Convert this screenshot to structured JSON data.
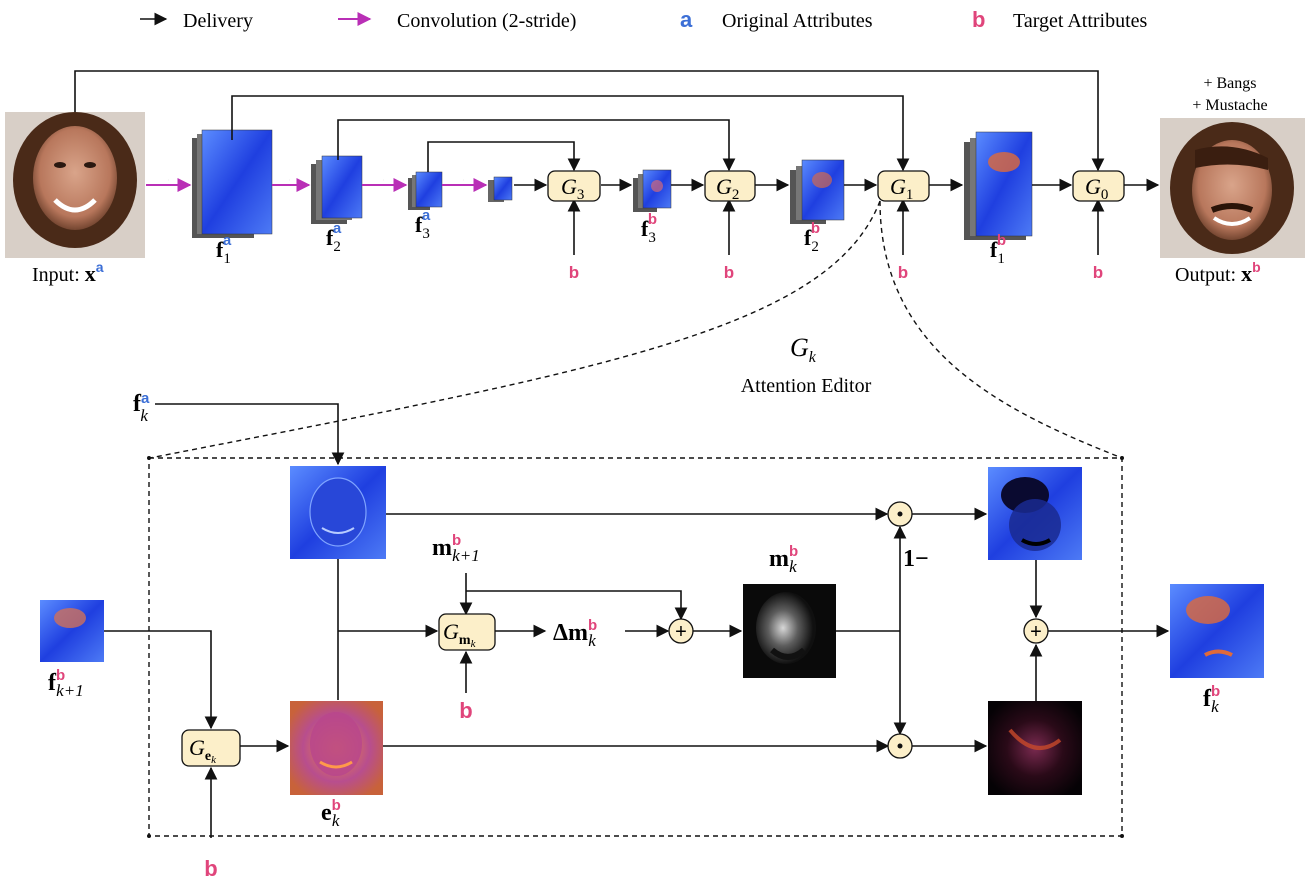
{
  "legend": {
    "delivery": "Delivery",
    "convolution": "Convolution (2-stride)",
    "original_letter": "a",
    "original_label": "Original Attributes",
    "target_letter": "b",
    "target_label": "Target Attributes"
  },
  "top": {
    "input_label": "Input: ",
    "input_var": "x",
    "input_sup": "a",
    "output_label": "Output: ",
    "output_var": "x",
    "output_sup": "b",
    "output_attr_1": "+ Bangs",
    "output_attr_2": "+ Mustache",
    "b_letter": "b",
    "G3": "G",
    "G3_sub": "3",
    "G2": "G",
    "G2_sub": "2",
    "G1": "G",
    "G1_sub": "1",
    "G0": "G",
    "G0_sub": "0",
    "f1a": "f",
    "f1a_sub": "1",
    "f1a_sup": "a",
    "f2a": "f",
    "f2a_sub": "2",
    "f2a_sup": "a",
    "f3a": "f",
    "f3a_sub": "3",
    "f3a_sup": "a",
    "f3b": "f",
    "f3b_sub": "3",
    "f3b_sup": "b",
    "f2b": "f",
    "f2b_sub": "2",
    "f2b_sup": "b",
    "f1b": "f",
    "f1b_sub": "1",
    "f1b_sup": "b"
  },
  "editor": {
    "title_var": "G",
    "title_sub": "k",
    "title_label": "Attention Editor",
    "fka": "f",
    "fka_sup": "a",
    "fka_sub": "k",
    "fk1b": "f",
    "fk1b_sup": "b",
    "fk1b_sub": "k+1",
    "mk1b": "m",
    "mk1b_sup": "b",
    "mk1b_sub": "k+1",
    "Gm": "G",
    "Gm_sub": "m",
    "Gm_subsub": "k",
    "delta_m": "Δm",
    "delta_sup": "b",
    "delta_sub": "k",
    "mkb": "m",
    "mkb_sup": "b",
    "mkb_sub": "k",
    "one_minus": "1−",
    "Ge": "G",
    "Ge_sub": "e",
    "Ge_subsub": "k",
    "ekb": "e",
    "ekb_sup": "b",
    "ekb_sub": "k",
    "fkb": "f",
    "fkb_sup": "b",
    "fkb_sub": "k",
    "b_letter": "b",
    "odot": "⊙",
    "oplus": "+"
  }
}
